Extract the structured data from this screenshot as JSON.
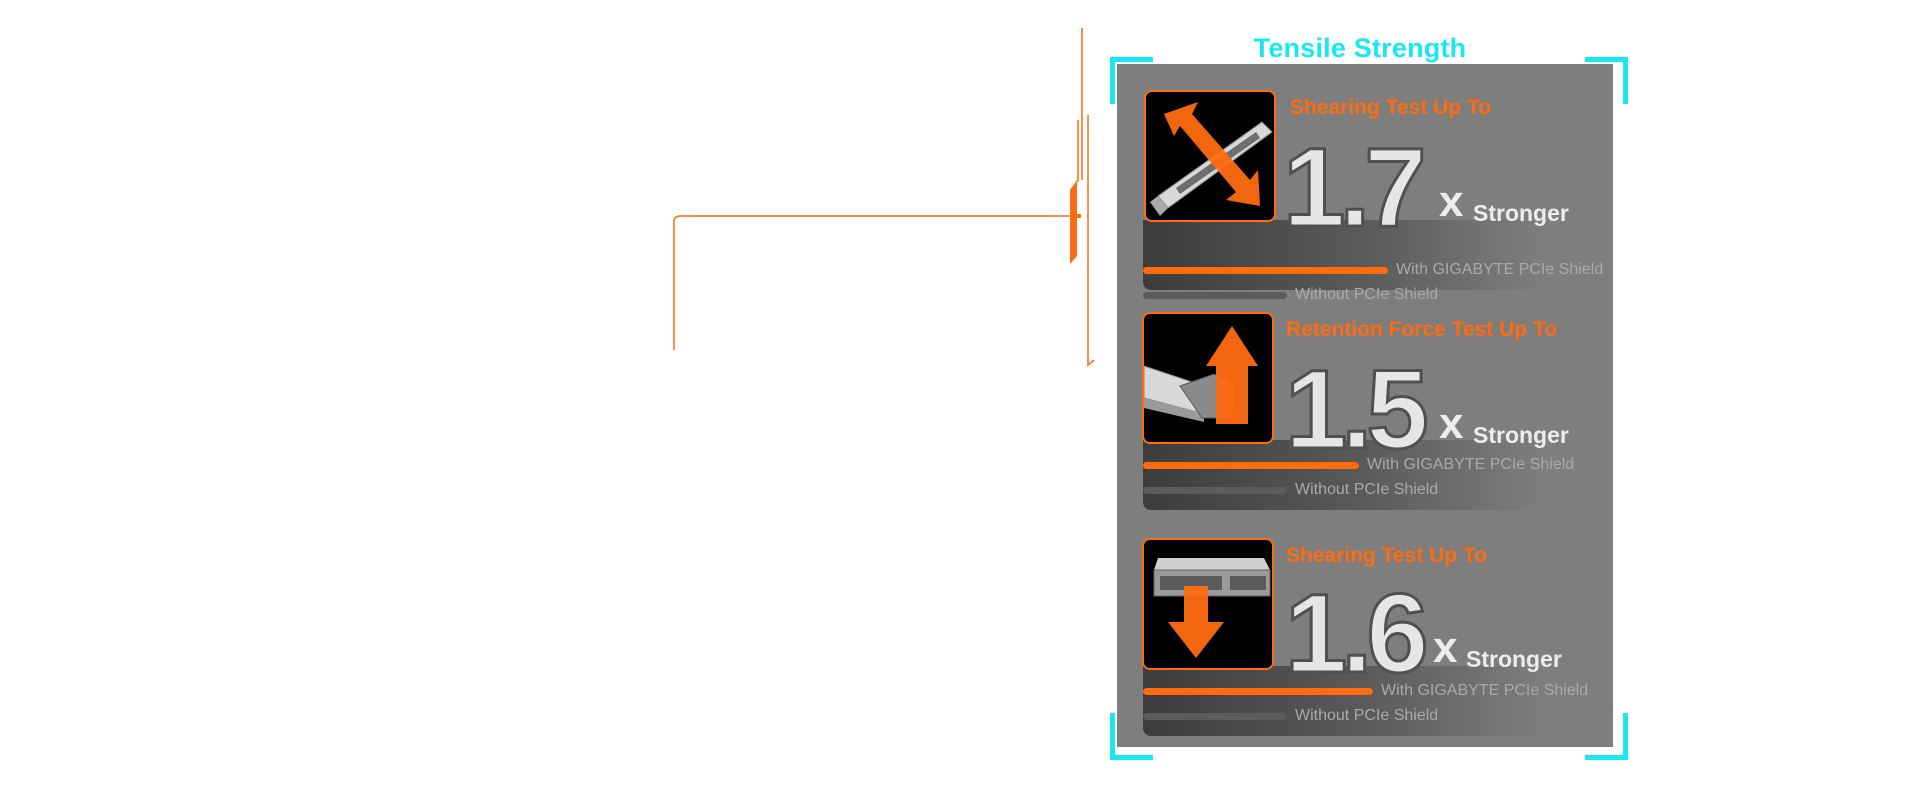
{
  "title": "Tensile Strength",
  "colors": {
    "accent_orange": "#ff6b10",
    "accent_cyan": "#17e8f2",
    "panel_gray": "#7e7e7e"
  },
  "tests": [
    {
      "title": "Shearing Test Up To",
      "value": "1.7",
      "multiplier": "x",
      "suffix": "Stronger",
      "icon": "shear-arrow-icon",
      "with_label": "With GIGABYTE PCIe Shield",
      "without_label": "Without PCIe Shield",
      "with_ratio": 1.7,
      "without_ratio": 1.0
    },
    {
      "title": "Retention Force Test Up To",
      "value": "1.5",
      "multiplier": "x",
      "suffix": "Stronger",
      "icon": "retention-arrow-up-icon",
      "with_label": "With GIGABYTE PCIe Shield",
      "without_label": "Without PCIe Shield",
      "with_ratio": 1.5,
      "without_ratio": 1.0
    },
    {
      "title": "Shearing Test Up To",
      "value": "1.6",
      "multiplier": "x",
      "suffix": "Stronger",
      "icon": "arrow-down-icon",
      "with_label": "With GIGABYTE PCIe Shield",
      "without_label": "Without PCIe Shield",
      "with_ratio": 1.6,
      "without_ratio": 1.0
    }
  ]
}
